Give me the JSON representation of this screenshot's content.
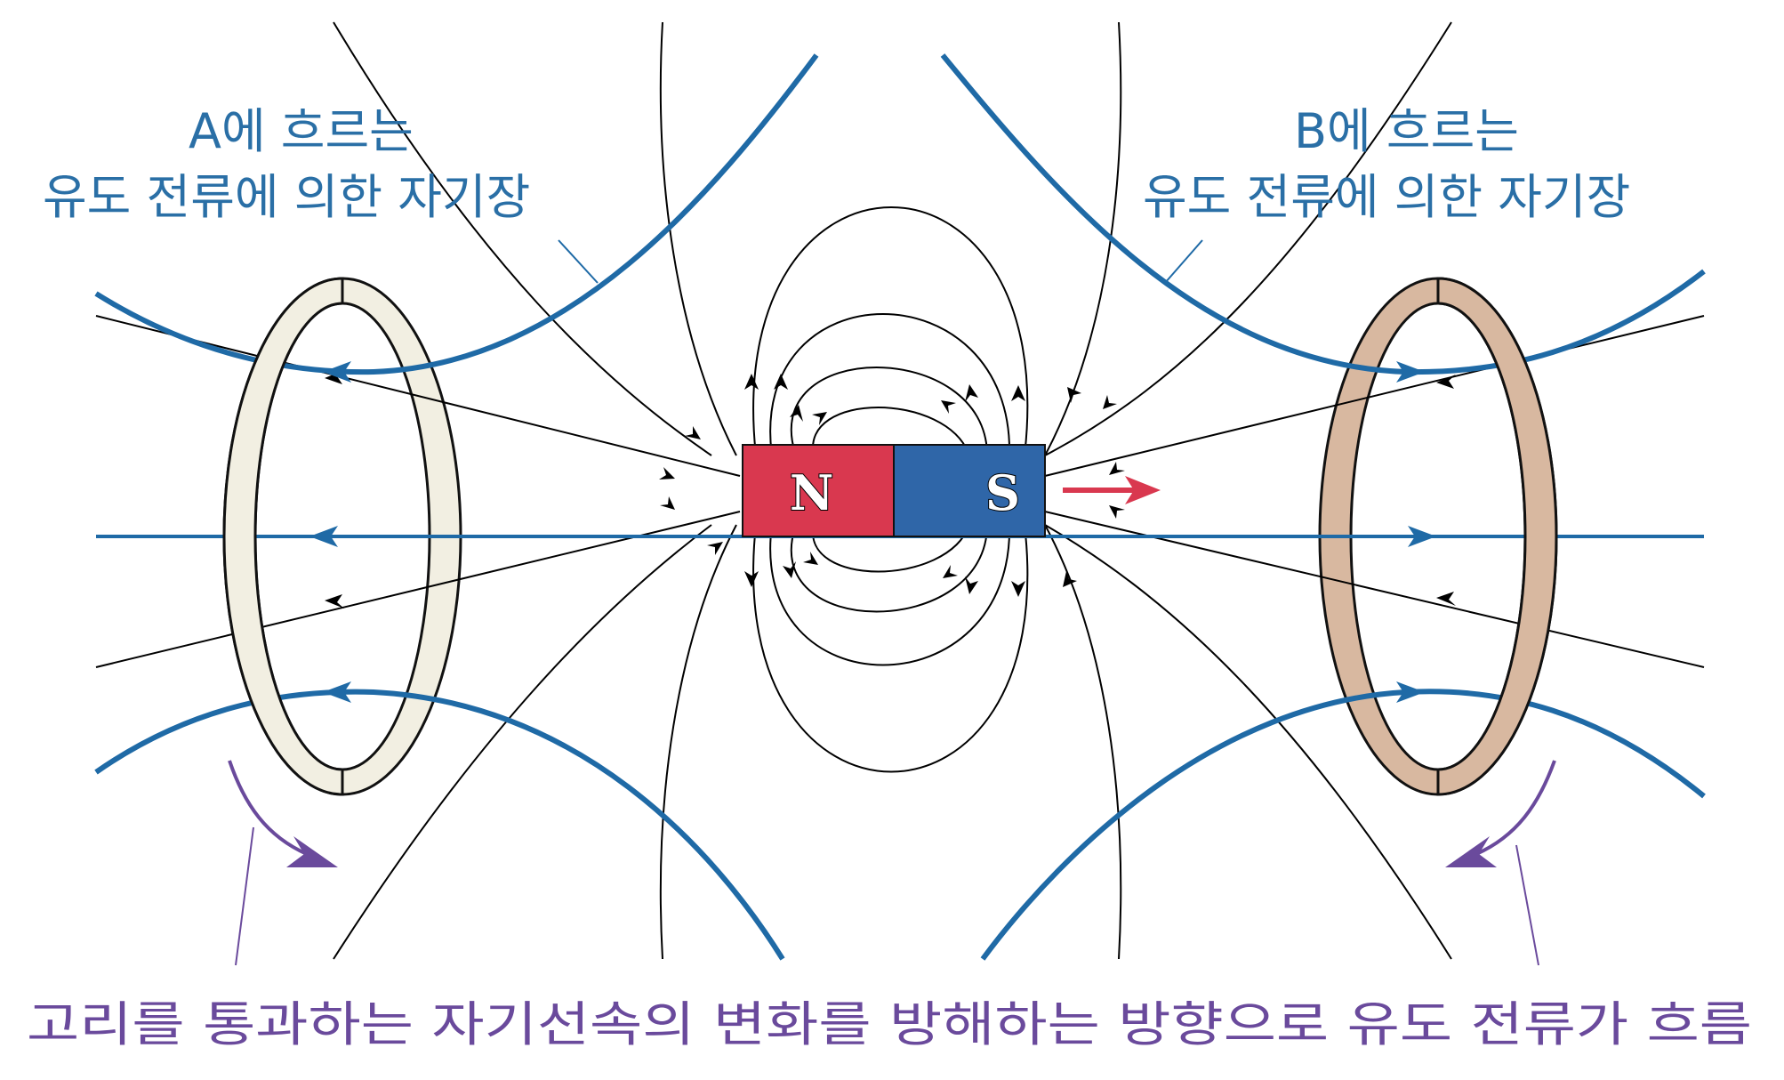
{
  "labels": {
    "field_a_line1": "A에 흐르는",
    "field_a_line2": "유도 전류에 의한 자기장",
    "field_b_line1": "B에 흐르는",
    "field_b_line2": "유도 전류에 의한 자기장",
    "caption": "고리를 통과하는 자기선속의 변화를 방해하는 방향으로 유도 전류가 흐름"
  },
  "magnet": {
    "north_label": "N",
    "south_label": "S",
    "north_color": "#d9384f",
    "south_color": "#2f66a8",
    "motion": "right"
  },
  "rings": {
    "A": {
      "color": "#f2efe2"
    },
    "B": {
      "color": "#d8b8a0"
    }
  },
  "colors": {
    "induced_field": "#1f6aa6",
    "magnet_field": "#000000",
    "current_arrow": "#6a4a9c",
    "motion_arrow": "#d9384f"
  }
}
